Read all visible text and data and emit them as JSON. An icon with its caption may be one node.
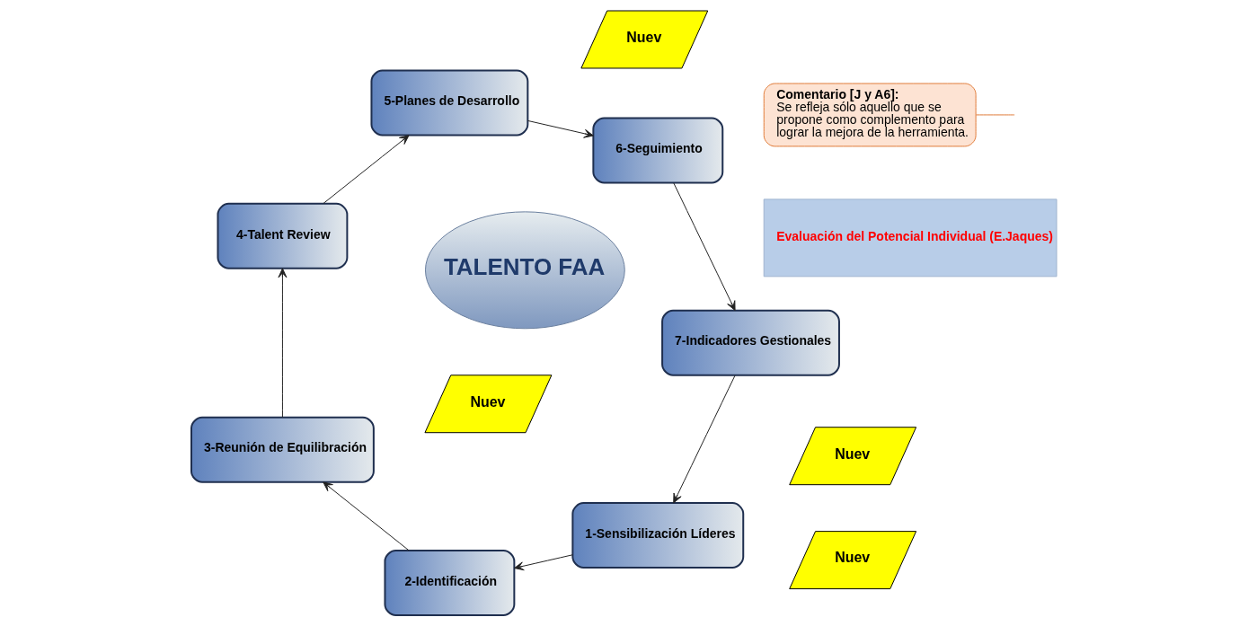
{
  "diagram": {
    "nodes": [
      {
        "text": [
          "1-Sensibilización Líderes"
        ]
      },
      {
        "text": [
          "2-Identificación"
        ]
      },
      {
        "text": [
          "3-Reunión de Equilibración"
        ]
      },
      {
        "text": [
          "4-Talent Review"
        ]
      },
      {
        "text": [
          "5-Planes de Desarrollo"
        ]
      },
      {
        "text": [
          "6-Seguimiento"
        ]
      },
      {
        "text": [
          "7-Indicadores Gestionales"
        ]
      },
      {
        "text": [
          "TALENTO FAA"
        ]
      },
      {
        "text": [
          "Nuev"
        ]
      },
      {
        "text": [
          "Evaluación del Potencial Individual (E.Jaques)"
        ]
      },
      {
        "text": [
          "Nuev"
        ]
      },
      {
        "text": [
          "Nuev"
        ]
      },
      {
        "text": [
          "Nuev"
        ]
      },
      {
        "text": [
          "Comentario [J y A6]:",
          "Se refleja sólo aquello que se propone como complemento para lograr la mejora de la herramienta."
        ]
      }
    ],
    "edges": [
      {
        "from": 0,
        "to": 1,
        "arrow": "to"
      },
      {
        "from": 1,
        "to": 2,
        "arrow": "to"
      },
      {
        "from": 2,
        "to": 3,
        "arrow": "to"
      },
      {
        "from": 3,
        "to": 4,
        "arrow": "to"
      },
      {
        "from": 4,
        "to": 5,
        "arrow": "to"
      },
      {
        "from": 5,
        "to": 6,
        "arrow": "to"
      },
      {
        "from": 6,
        "to": 0,
        "arrow": "to"
      },
      {
        "from": 13,
        "to": null,
        "arrow": "none",
        "color": "#e07b39"
      }
    ]
  }
}
